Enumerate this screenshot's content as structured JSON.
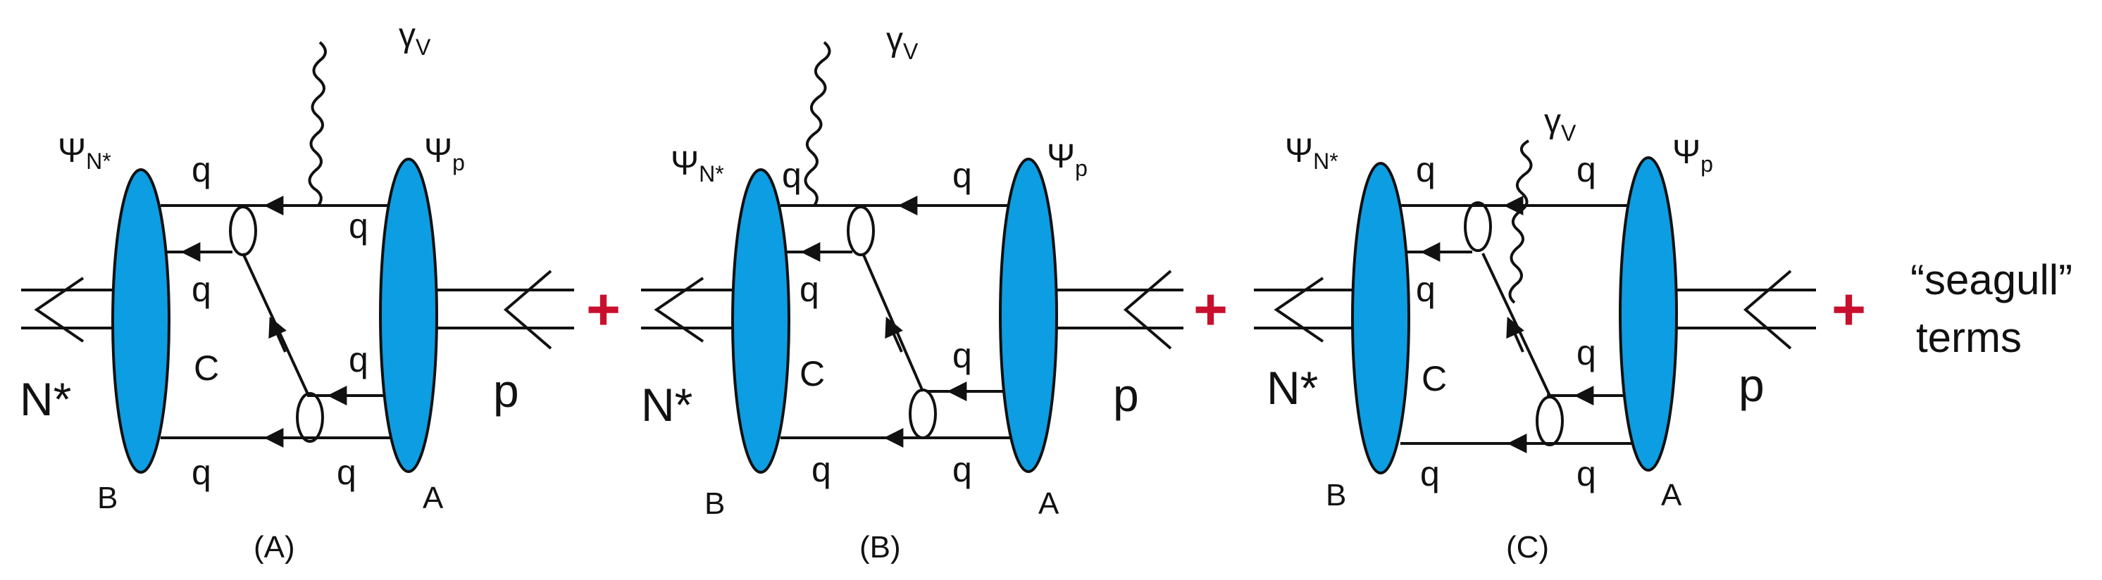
{
  "colors": {
    "blob": "#0d9de3",
    "plus": "#c8102e",
    "line": "#111111"
  },
  "diagrams": [
    {
      "caption": "(A)",
      "psi_left": "Ψ",
      "psi_left_sub": "N*",
      "psi_right": "Ψ",
      "psi_right_sub": "p",
      "photon": "γ",
      "photon_sub": "V",
      "left_particle": "N*",
      "right_particle": "p",
      "quark": "q",
      "mid_label": "C",
      "left_blob": "B",
      "right_blob": "A"
    },
    {
      "caption": "(B)",
      "psi_left": "Ψ",
      "psi_left_sub": "N*",
      "psi_right": "Ψ",
      "psi_right_sub": "p",
      "photon": "γ",
      "photon_sub": "V",
      "left_particle": "N*",
      "right_particle": "p",
      "quark": "q",
      "mid_label": "C",
      "left_blob": "B",
      "right_blob": "A"
    },
    {
      "caption": "(C)",
      "psi_left": "Ψ",
      "psi_left_sub": "N*",
      "psi_right": "Ψ",
      "psi_right_sub": "p",
      "photon": "γ",
      "photon_sub": "V",
      "left_particle": "N*",
      "right_particle": "p",
      "quark": "q",
      "mid_label": "C",
      "left_blob": "B",
      "right_blob": "A"
    }
  ],
  "plus_sign": "+",
  "seagull_line1": "“seagull”",
  "seagull_line2": "terms"
}
